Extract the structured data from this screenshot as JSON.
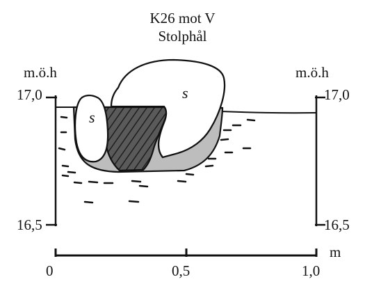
{
  "title_line1": "K26 mot V",
  "title_line2": "Stolphål",
  "y_axis_unit": "m.ö.h",
  "x_axis_unit": "m",
  "y_ticks": [
    "17,0",
    "16,5"
  ],
  "x_ticks": [
    "0",
    "0,5",
    "1,0"
  ],
  "stone_symbol": "s",
  "colors": {
    "ink": "#111111",
    "fill_light": "#bdbdbd",
    "fill_dark": "#555555",
    "stone": "#ffffff"
  }
}
